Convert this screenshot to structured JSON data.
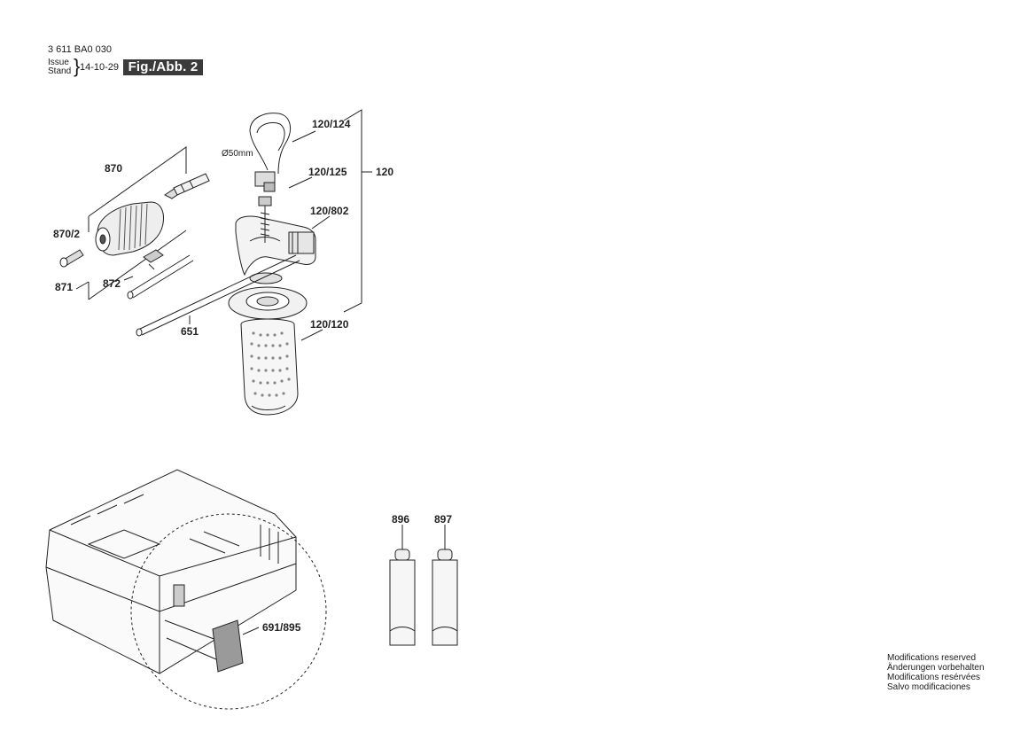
{
  "header": {
    "doc_number": "3 611 BA0 030",
    "issue_label": "Issue",
    "stand_label": "Stand",
    "date": "14-10-29",
    "figure_label": "Fig./Abb. 2"
  },
  "parts": {
    "p120_124": "120/124",
    "diameter": "Ø50mm",
    "p120_125": "120/125",
    "p120": "120",
    "p120_802": "120/802",
    "p120_120": "120/120",
    "p870": "870",
    "p870_2": "870/2",
    "p871": "871",
    "p872": "872",
    "p651": "651",
    "p691_895": "691/895",
    "p896": "896",
    "p897": "897"
  },
  "footer": {
    "lines": [
      "Modifications reserved",
      "Änderungen vorbehalten",
      "Modifications resérvées",
      "Salvo modificaciones"
    ]
  }
}
